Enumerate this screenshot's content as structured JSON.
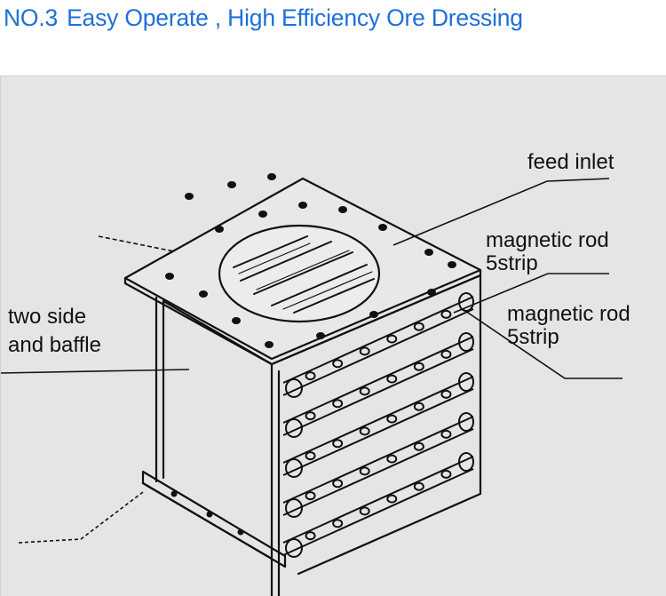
{
  "heading": {
    "number": "NO.3",
    "text": "Easy Operate , High Efficiency Ore Dressing",
    "color": "#1e6fd9"
  },
  "diagram": {
    "background": "#e5e5e5",
    "stroke": "#111111",
    "labels": {
      "feed_inlet": "feed inlet",
      "magnetic_rod_top": [
        "magnetic rod",
        "5strip"
      ],
      "magnetic_rod_side": [
        "magnetic rod",
        "5strip"
      ],
      "two_side_baffle": [
        "two side",
        "and baffle"
      ]
    },
    "rod_rows": 5
  }
}
